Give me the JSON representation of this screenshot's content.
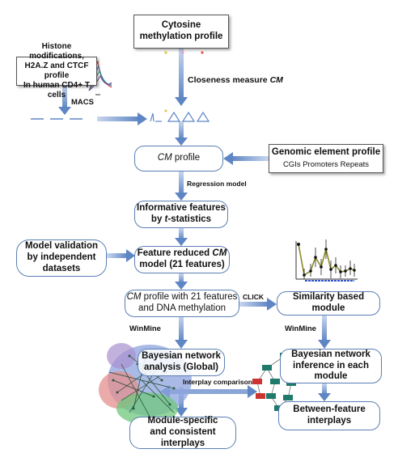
{
  "boxes": {
    "cytosine_methylation_profile": "Cytosine methylation profile",
    "histone_line1": "Histone modifications,",
    "histone_line2": "H2A.Z and CTCF profile",
    "histone_line3": "In human CD4+ T cells",
    "cm_profile_prefix": "CM",
    "cm_profile_suffix": " profile",
    "genomic_element_profile": "Genomic element profile",
    "genomic_element_items": "CGIs Promoters Repeats",
    "informative_features_line1": "Informative features",
    "informative_features_line2_prefix": "by ",
    "informative_features_line2_italic": "t",
    "informative_features_line2_suffix": "-statistics",
    "model_validation_line1": "Model validation",
    "model_validation_line2": "by independent",
    "model_validation_line3": "datasets",
    "feature_reduced_line1_prefix": "Feature reduced ",
    "feature_reduced_line1_italic": "CM",
    "feature_reduced_line2": "model (21 features)",
    "cm21_line1_italic": "CM",
    "cm21_line1_suffix": " profile with 21 features",
    "cm21_line2": "and DNA methylation",
    "similarity_module": "Similarity based module",
    "bayes_global_line1": "Bayesian network",
    "bayes_global_line2": "analysis (Global)",
    "bayes_module_line1": "Bayesian network",
    "bayes_module_line2": "inference in each module",
    "between_feature_line1": "Between-feature",
    "between_feature_line2": "interplays",
    "module_specific_line1": "Module-specific",
    "module_specific_line2": "and consistent interplays"
  },
  "edge_labels": {
    "closeness_prefix": "Closeness measure ",
    "closeness_italic": "CM",
    "macs": "MACS",
    "regression_model": "Regression model",
    "click": "CLICK",
    "winmine_left": "WinMine",
    "winmine_right": "WinMine",
    "interplay_comparison": "Interplay comparison"
  },
  "colors": {
    "arrow": "#6f93c8",
    "box_border_round": "#5b7fb4",
    "network_blue": "#7d95d6",
    "network_green": "#5fbf6f",
    "network_red": "#e07f7f",
    "network_purple": "#a58ac9",
    "plot_olive": "#8a8a2a"
  },
  "icons": [
    "methylation-dots-icon",
    "histone-profile-plot-icon",
    "peak-triangles-icon",
    "module-errorbar-plot-icon",
    "global-network-icon",
    "module-network-icon"
  ]
}
